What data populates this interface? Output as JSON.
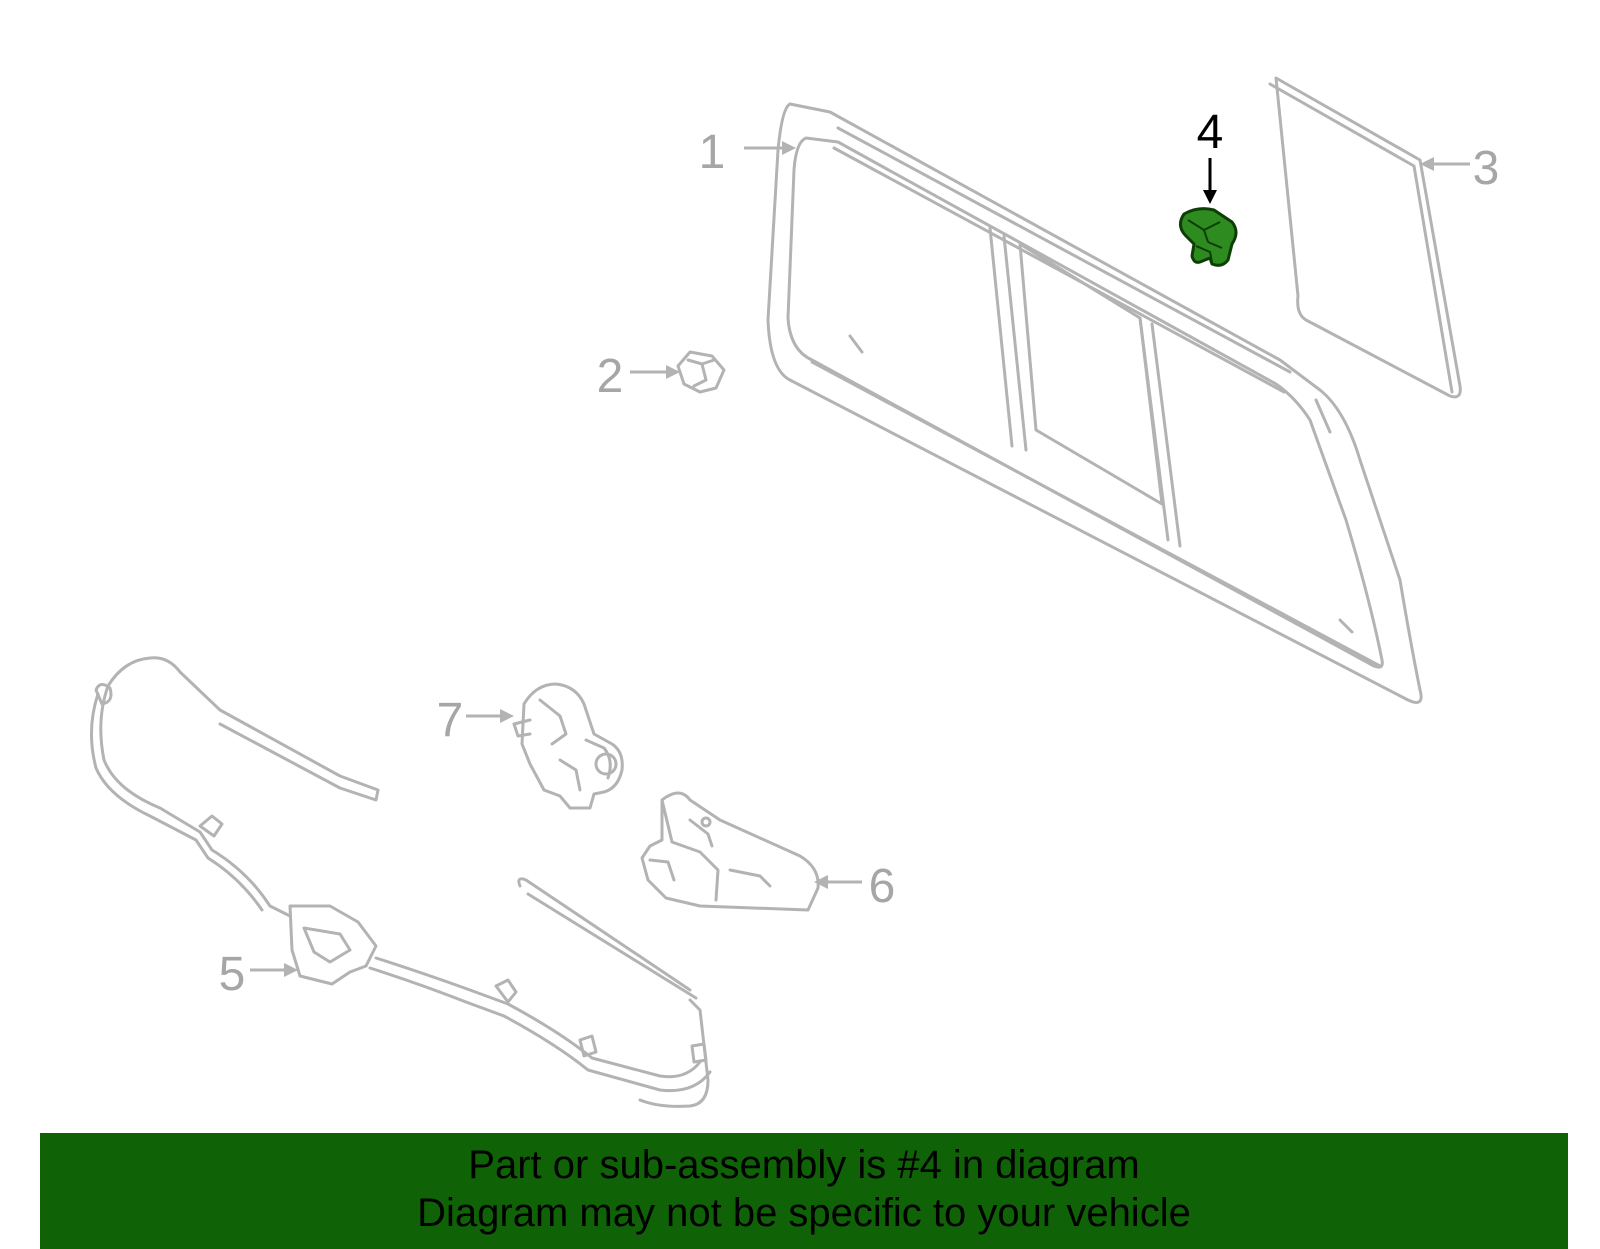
{
  "colors": {
    "line": "#b3b3b3",
    "label": "#a6a6a6",
    "highlight_fill": "#2e8b1f",
    "highlight_stroke": "#0e3d08",
    "highlight_label": "#000000",
    "banner_bg": "#0f6306",
    "banner_text": "#000000"
  },
  "callouts": [
    {
      "id": "1",
      "label": "1"
    },
    {
      "id": "2",
      "label": "2"
    },
    {
      "id": "3",
      "label": "3"
    },
    {
      "id": "4",
      "label": "4",
      "highlighted": true
    },
    {
      "id": "5",
      "label": "5"
    },
    {
      "id": "6",
      "label": "6"
    },
    {
      "id": "7",
      "label": "7"
    }
  ],
  "banner": {
    "line1": "Part or sub-assembly is #4 in diagram",
    "line2": "Diagram may not be specific to your vehicle"
  }
}
